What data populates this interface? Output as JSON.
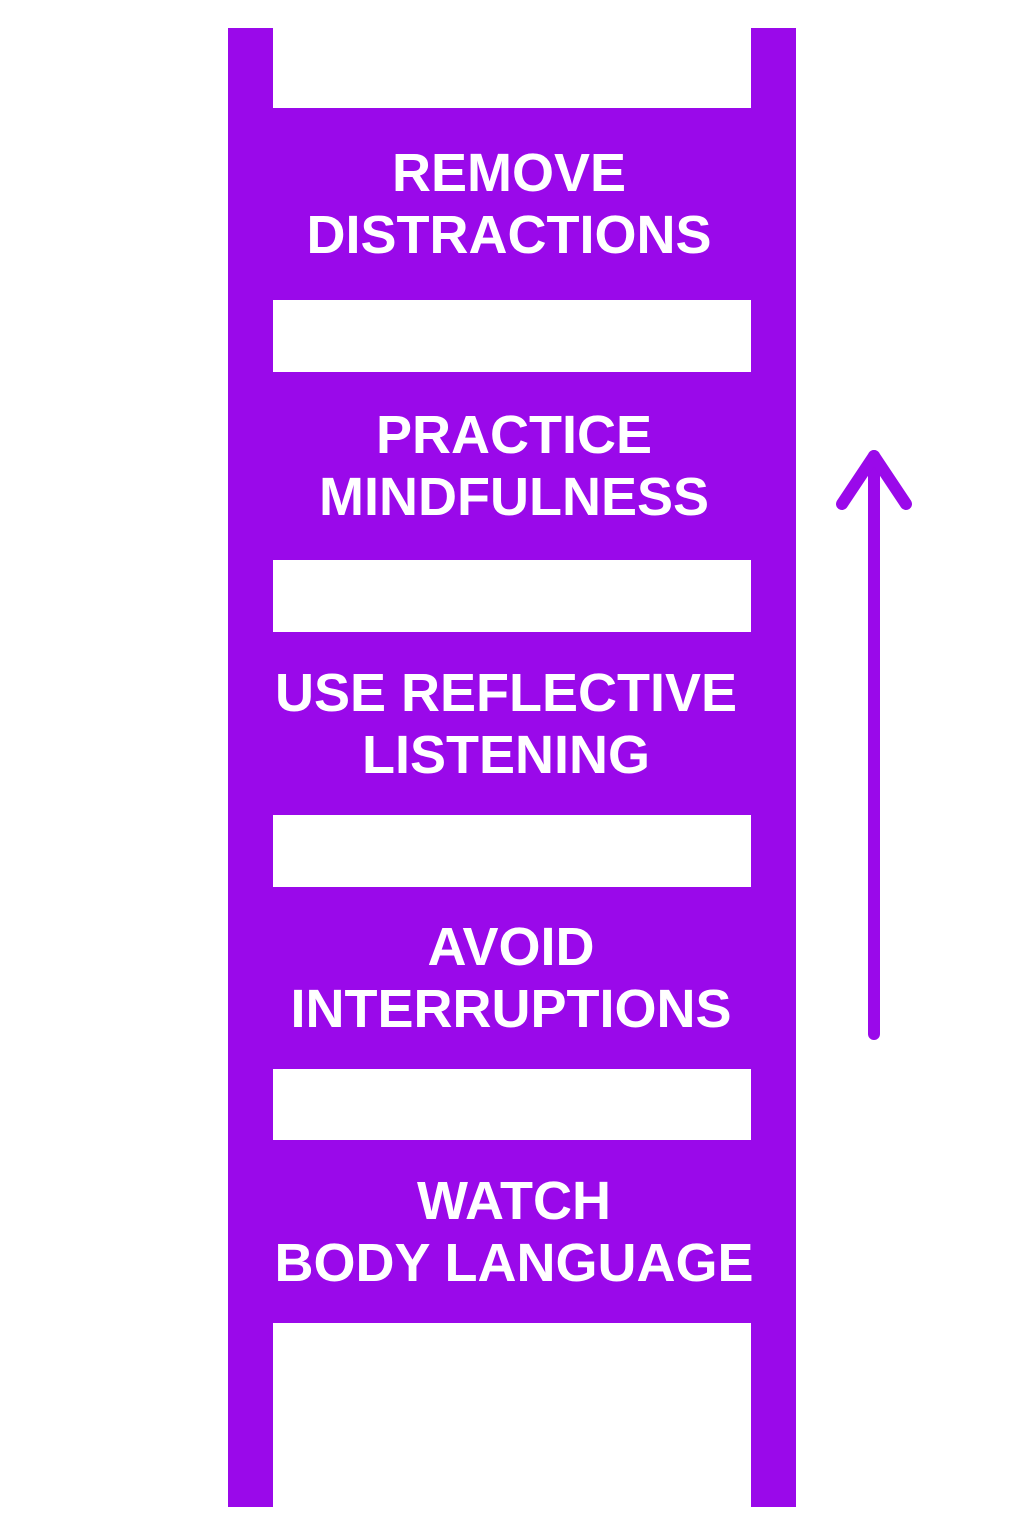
{
  "accent_color": "#9a09ea",
  "background_color": "#ffffff",
  "arrow": {
    "direction": "up",
    "icon": "up-arrow-icon"
  },
  "steps": [
    {
      "label": "REMOVE\nDISTRACTIONS"
    },
    {
      "label": "PRACTICE\nMINDFULNESS"
    },
    {
      "label": "USE REFLECTIVE\nLISTENING"
    },
    {
      "label": "AVOID\nINTERRUPTIONS"
    },
    {
      "label": "WATCH\nBODY LANGUAGE"
    }
  ]
}
